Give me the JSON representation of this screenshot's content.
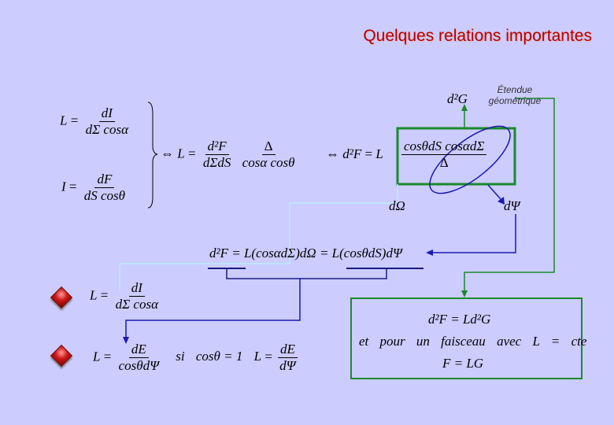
{
  "title": "Quelques relations importantes",
  "etendue_label": "Étendue géométrique",
  "symbols": {
    "L": "L",
    "I": "I",
    "F": "F",
    "E": "E",
    "G": "G",
    "eq": "=",
    "iff": "⇔",
    "dI": "dI",
    "dF": "dF",
    "dE": "dE",
    "dS": "dS",
    "one": "1",
    "Delta": "Δ",
    "sq": "2",
    "dSigma_cos_alpha": "dΣ cosα",
    "dS_cos_theta": "dS cosθ",
    "d2F": "d²F",
    "d2G": "d²G",
    "dSigma_dS": "dΣdS",
    "cos_alpha_cos_theta": "cosα cosθ",
    "cos_theta_dS_cos_alpha_dSigma": "cosθdS cosαdΣ",
    "d_Omega": "dΩ",
    "d_Psi": "dΨ",
    "cos_theta_d_Psi": "cosθdΨ"
  },
  "eq_decomp": "d²F = L(cosαdΣ)dΩ = L(cosθdS)dΨ",
  "eq_si": "si",
  "eq_cos1": "cosθ = 1",
  "box": {
    "line1": "d²F = Ld²G",
    "line2_et": "et",
    "line2_pour": "pour",
    "line2_un": "un",
    "line2_faisceau": "faisceau",
    "line2_avec": "avec",
    "line2_cond": "L = cte",
    "line3": "F = LG"
  }
}
